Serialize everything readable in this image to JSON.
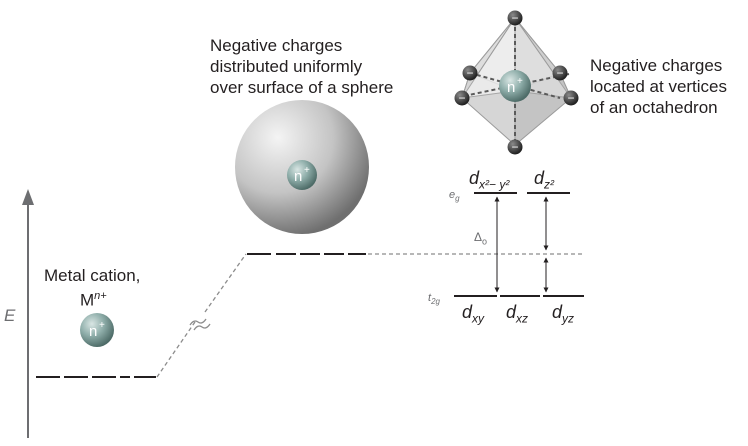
{
  "energy_axis_label": "E",
  "metal_cation": {
    "label_line1": "Metal cation,",
    "label_line2_base": "M",
    "label_line2_sup": "n+",
    "ion_label": "n",
    "ion_sup": "+"
  },
  "sphere": {
    "caption_line1": "Negative charges",
    "caption_line2": "distributed uniformly",
    "caption_line3": "over surface of a sphere",
    "ion_label": "n",
    "ion_sup": "+"
  },
  "octahedron": {
    "caption_line1": "Negative charges",
    "caption_line2": "located at vertices",
    "caption_line3": "of an octahedron",
    "ion_label": "n",
    "ion_sup": "+",
    "vertex_charge": "−"
  },
  "splitting": {
    "eg_label": "e",
    "eg_sub": "g",
    "t2g_label": "t",
    "t2g_sub": "2g",
    "delta_label": "Δ",
    "delta_sub": "o",
    "orbitals_eg": [
      {
        "base": "d",
        "sub": "x²− y²"
      },
      {
        "base": "d",
        "sub": "z²"
      }
    ],
    "orbitals_t2g": [
      {
        "base": "d",
        "sub": "xy"
      },
      {
        "base": "d",
        "sub": "xz"
      },
      {
        "base": "d",
        "sub": "yz"
      }
    ]
  },
  "colors": {
    "line": "#231f20",
    "dashed": "#8c8c8c",
    "ion_fill": "#8faeaa",
    "sphere_fill": "#b5b5b5",
    "axis": "#6d6e71",
    "vertex_fill": "#3a3a3a"
  }
}
